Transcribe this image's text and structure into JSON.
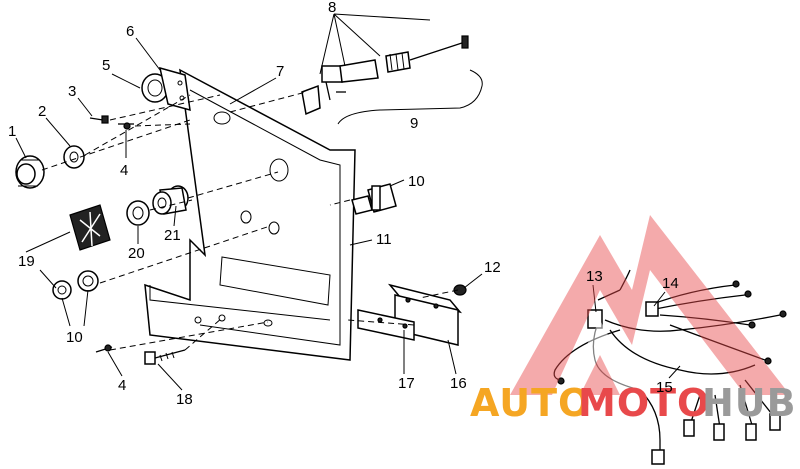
{
  "diagram": {
    "callouts": {
      "c1": "1",
      "c2": "2",
      "c3": "3",
      "c4a": "4",
      "c4b": "4",
      "c5": "5",
      "c6": "6",
      "c7": "7",
      "c8": "8",
      "c9": "9",
      "c10a": "10",
      "c10b": "10",
      "c11": "11",
      "c12": "12",
      "c13": "13",
      "c14": "14",
      "c15": "15",
      "c16": "16",
      "c17": "17",
      "c18": "18",
      "c19": "19",
      "c20": "20",
      "c21": "21"
    }
  },
  "watermark": {
    "part1": "AUTO",
    "part2": "MOTO",
    "part3": "HUB",
    "colors": {
      "orange": "#f5a623",
      "red": "#e8494b",
      "gray": "#9a9a9a"
    }
  }
}
